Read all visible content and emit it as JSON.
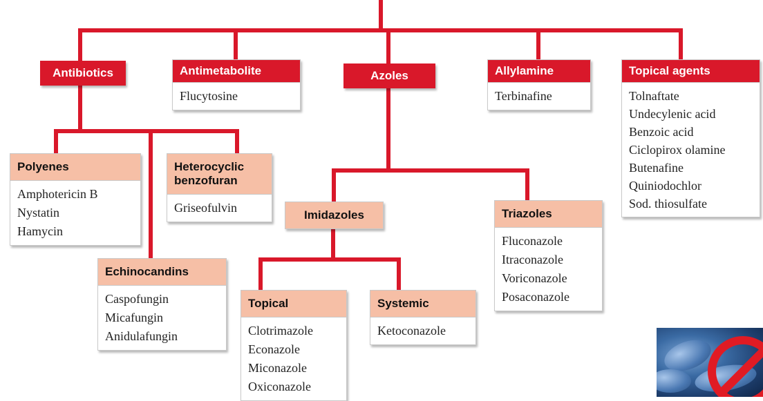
{
  "colors": {
    "line": "#d9182a",
    "header_red": "#d9182a",
    "header_pink": "#f6bfa6"
  },
  "categories": {
    "antibiotics": "Antibiotics",
    "antimetabolite": {
      "title": "Antimetabolite",
      "items": [
        "Flucytosine"
      ]
    },
    "azoles": "Azoles",
    "allylamine": {
      "title": "Allylamine",
      "items": [
        "Terbinafine"
      ]
    },
    "topical_agents": {
      "title": "Topical agents",
      "items": [
        "Tolnaftate",
        "Undecylenic acid",
        "Benzoic acid",
        "Ciclopirox olamine",
        "Butenafine",
        "Quiniodochlor",
        "Sod. thiosulfate"
      ]
    }
  },
  "subgroups": {
    "polyenes": {
      "title": "Polyenes",
      "items": [
        "Amphotericin B",
        "Nystatin",
        "Hamycin"
      ]
    },
    "heterocyclic": {
      "title_line1": "Heterocyclic",
      "title_line2": "benzofuran",
      "items": [
        "Griseofulvin"
      ]
    },
    "echinocandins": {
      "title": "Echinocandins",
      "items": [
        "Caspofungin",
        "Micafungin",
        "Anidulafungin"
      ]
    },
    "imidazoles": "Imidazoles",
    "triazoles": {
      "title": "Triazoles",
      "items": [
        "Fluconazole",
        "Itraconazole",
        "Voriconazole",
        "Posaconazole"
      ]
    },
    "topical": {
      "title": "Topical",
      "items": [
        "Clotrimazole",
        "Econazole",
        "Miconazole",
        "Oxiconazole"
      ]
    },
    "systemic": {
      "title": "Systemic",
      "items": [
        "Ketoconazole"
      ]
    }
  },
  "decorative_image": "no-fungus-icon"
}
